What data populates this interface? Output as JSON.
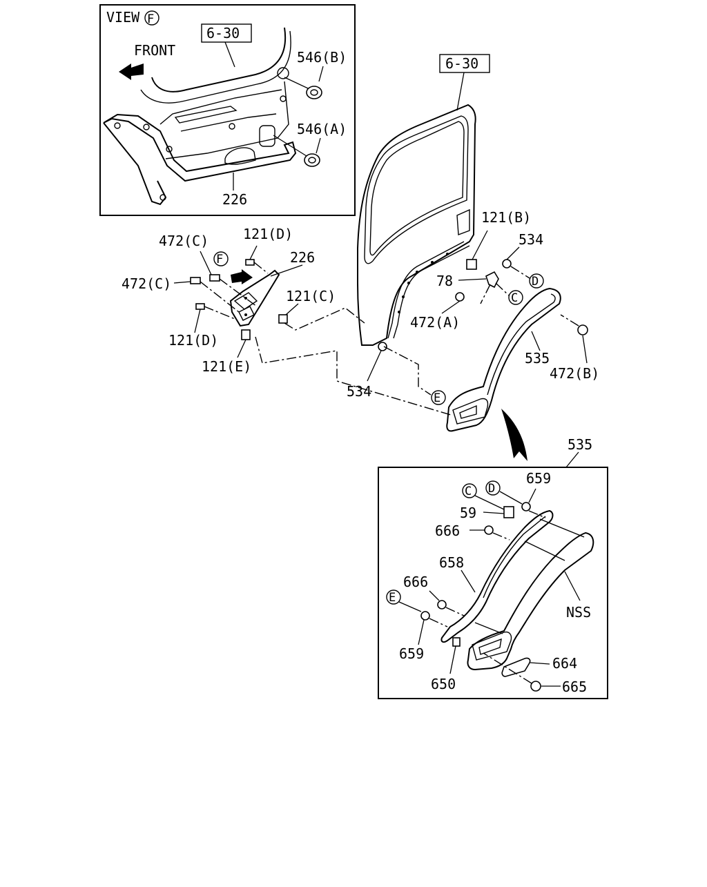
{
  "colors": {
    "ink": "#000000",
    "paper": "#ffffff"
  },
  "view_box": {
    "title": "VIEW",
    "letter": "F",
    "front": "FRONT"
  },
  "labels": {
    "ref_630_inset": "6-30",
    "ref_630_main": "6-30",
    "p546b": "546(B)",
    "p546a": "546(A)",
    "p226_inset": "226",
    "p121d_top": "121(D)",
    "p472c_top": "472(C)",
    "p226_main": "226",
    "p472c_left": "472(C)",
    "p121c": "121(C)",
    "p121d_bottom": "121(D)",
    "p121e": "121(E)",
    "p534_bottom": "534",
    "p121b": "121(B)",
    "p534_top": "534",
    "p78": "78",
    "p472a": "472(A)",
    "p535_main": "535",
    "p472b": "472(B)",
    "p535_detail": "535",
    "p659_top": "659",
    "p59": "59",
    "p666_top": "666",
    "p658": "658",
    "p666_mid": "666",
    "p659_bottom": "659",
    "p650": "650",
    "pNSS": "NSS",
    "p664": "664",
    "p665": "665"
  },
  "callouts": {
    "F": "F",
    "D": "D",
    "C": "C",
    "E": "E",
    "detail_C": "C",
    "detail_D": "D",
    "detail_E": "E"
  },
  "icons": [
    "front-arrow-icon",
    "direction-arrow-icon",
    "detail-pointer-arrow-icon"
  ]
}
